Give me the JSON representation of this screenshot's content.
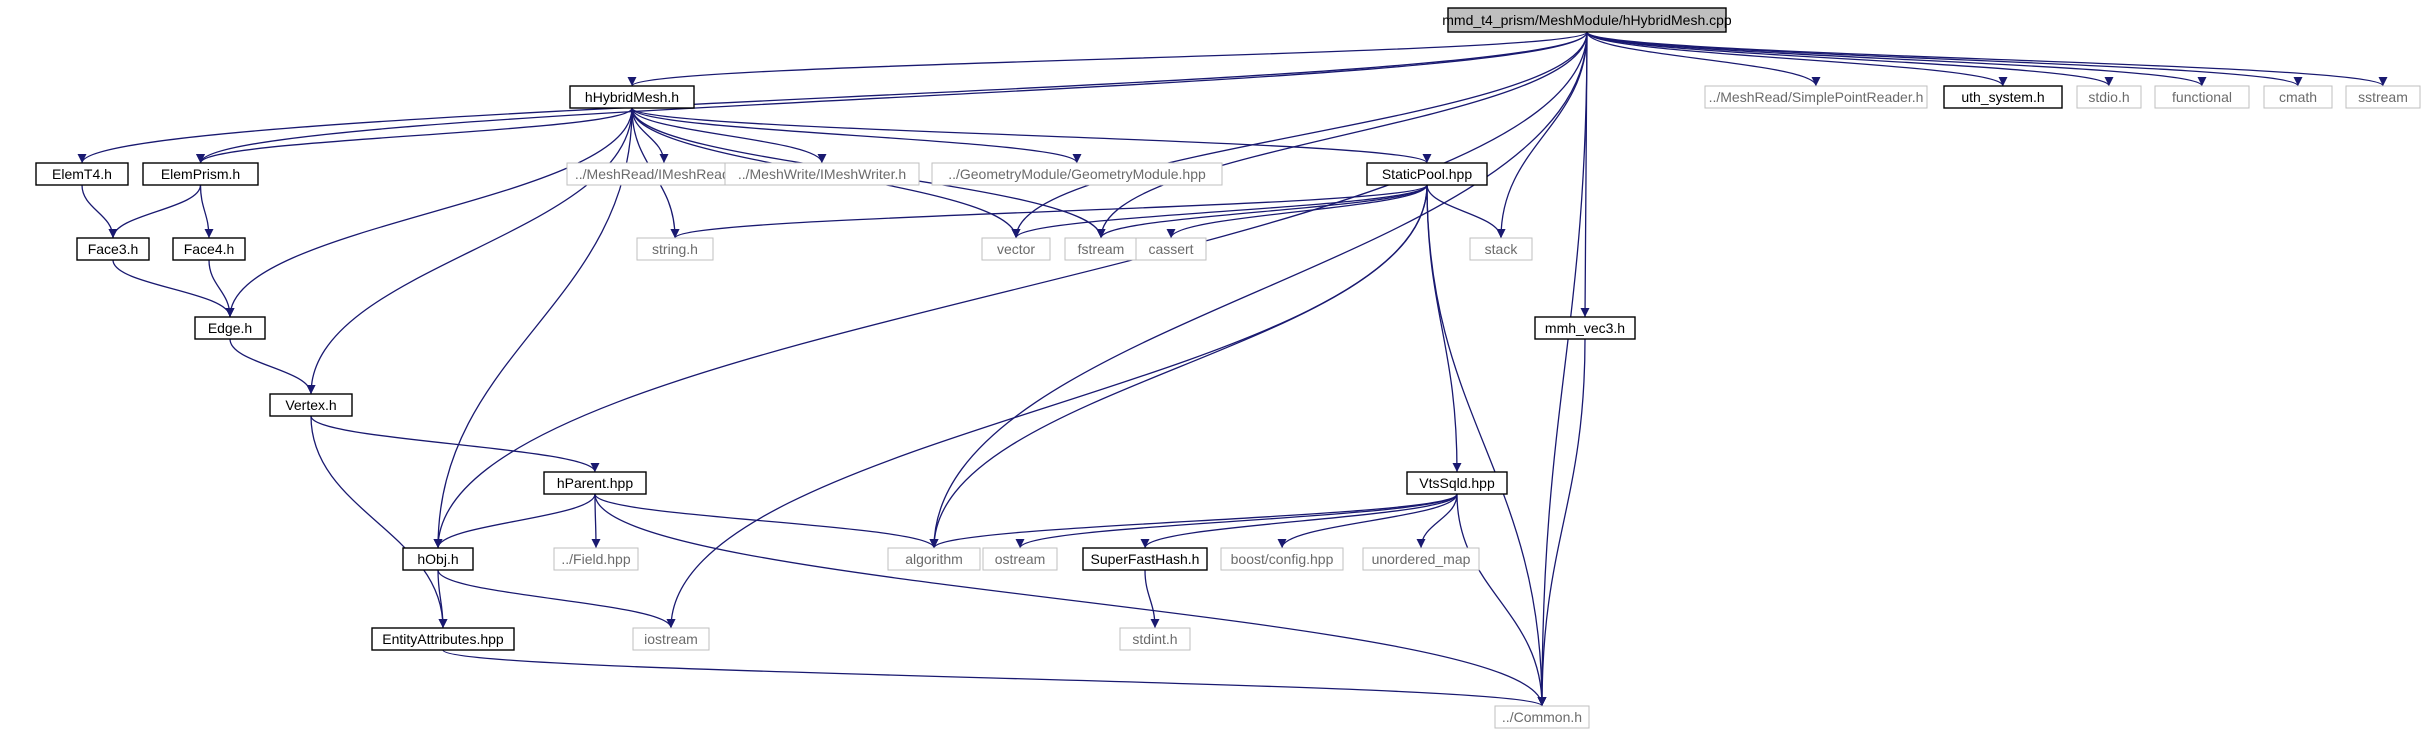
{
  "colors": {
    "edge": "#191970",
    "node_border_solid": "#000000",
    "node_border_missing": "#bfbfbf",
    "root_fill": "#bfbfbf",
    "node_fill": "#ffffff",
    "text_solid": "#000000",
    "text_missing": "#6b6b6b"
  },
  "nodes": [
    {
      "id": "root",
      "label": "mmd_t4_prism/MeshModule/hHybridMesh.cpp",
      "kind": "root"
    },
    {
      "id": "hhybrid",
      "label": "hHybridMesh.h",
      "kind": "file"
    },
    {
      "id": "simplepoint",
      "label": "../MeshRead/SimplePointReader.h",
      "kind": "missing"
    },
    {
      "id": "uth",
      "label": "uth_system.h",
      "kind": "file"
    },
    {
      "id": "stdio",
      "label": "stdio.h",
      "kind": "missing"
    },
    {
      "id": "functional",
      "label": "functional",
      "kind": "missing"
    },
    {
      "id": "cmath",
      "label": "cmath",
      "kind": "missing"
    },
    {
      "id": "sstream",
      "label": "sstream",
      "kind": "missing"
    },
    {
      "id": "elemt4",
      "label": "ElemT4.h",
      "kind": "file"
    },
    {
      "id": "elemprism",
      "label": "ElemPrism.h",
      "kind": "file"
    },
    {
      "id": "imeshreader",
      "label": "../MeshRead/IMeshReader.h",
      "kind": "missing"
    },
    {
      "id": "imeshwriter",
      "label": "../MeshWrite/IMeshWriter.h",
      "kind": "missing"
    },
    {
      "id": "geometry",
      "label": "../GeometryModule/GeometryModule.hpp",
      "kind": "missing"
    },
    {
      "id": "staticpool",
      "label": "StaticPool.hpp",
      "kind": "file"
    },
    {
      "id": "face3",
      "label": "Face3.h",
      "kind": "file"
    },
    {
      "id": "face4",
      "label": "Face4.h",
      "kind": "file"
    },
    {
      "id": "stringh",
      "label": "string.h",
      "kind": "missing"
    },
    {
      "id": "vector",
      "label": "vector",
      "kind": "missing"
    },
    {
      "id": "fstream",
      "label": "fstream",
      "kind": "missing"
    },
    {
      "id": "cassert",
      "label": "cassert",
      "kind": "missing"
    },
    {
      "id": "stack",
      "label": "stack",
      "kind": "missing"
    },
    {
      "id": "edge",
      "label": "Edge.h",
      "kind": "file"
    },
    {
      "id": "mmhvec3",
      "label": "mmh_vec3.h",
      "kind": "file"
    },
    {
      "id": "vertex",
      "label": "Vertex.h",
      "kind": "file"
    },
    {
      "id": "hparent",
      "label": "hParent.hpp",
      "kind": "file"
    },
    {
      "id": "vtssqld",
      "label": "VtsSqld.hpp",
      "kind": "file"
    },
    {
      "id": "hobj",
      "label": "hObj.h",
      "kind": "file"
    },
    {
      "id": "field",
      "label": "../Field.hpp",
      "kind": "missing"
    },
    {
      "id": "algorithm",
      "label": "algorithm",
      "kind": "missing"
    },
    {
      "id": "ostream",
      "label": "ostream",
      "kind": "missing"
    },
    {
      "id": "superfasthash",
      "label": "SuperFastHash.h",
      "kind": "file"
    },
    {
      "id": "boostconfig",
      "label": "boost/config.hpp",
      "kind": "missing"
    },
    {
      "id": "unorderedmap",
      "label": "unordered_map",
      "kind": "missing"
    },
    {
      "id": "entityattr",
      "label": "EntityAttributes.hpp",
      "kind": "file"
    },
    {
      "id": "iostream",
      "label": "iostream",
      "kind": "missing"
    },
    {
      "id": "stdint",
      "label": "stdint.h",
      "kind": "missing"
    },
    {
      "id": "common",
      "label": "../Common.h",
      "kind": "missing"
    }
  ],
  "edges": [
    [
      "root",
      "hhybrid"
    ],
    [
      "root",
      "simplepoint"
    ],
    [
      "root",
      "uth"
    ],
    [
      "root",
      "stdio"
    ],
    [
      "root",
      "functional"
    ],
    [
      "root",
      "cmath"
    ],
    [
      "root",
      "sstream"
    ],
    [
      "root",
      "elemt4"
    ],
    [
      "root",
      "elemprism"
    ],
    [
      "root",
      "hobj"
    ],
    [
      "root",
      "vector"
    ],
    [
      "root",
      "fstream"
    ],
    [
      "root",
      "algorithm"
    ],
    [
      "root",
      "stack"
    ],
    [
      "root",
      "mmhvec3"
    ],
    [
      "root",
      "common"
    ],
    [
      "hhybrid",
      "elemprism"
    ],
    [
      "hhybrid",
      "imeshreader"
    ],
    [
      "hhybrid",
      "imeshwriter"
    ],
    [
      "hhybrid",
      "geometry"
    ],
    [
      "hhybrid",
      "staticpool"
    ],
    [
      "hhybrid",
      "stringh"
    ],
    [
      "hhybrid",
      "vector"
    ],
    [
      "hhybrid",
      "fstream"
    ],
    [
      "hhybrid",
      "edge"
    ],
    [
      "hhybrid",
      "vertex"
    ],
    [
      "hhybrid",
      "hobj"
    ],
    [
      "elemt4",
      "face3"
    ],
    [
      "elemprism",
      "face3"
    ],
    [
      "elemprism",
      "face4"
    ],
    [
      "face3",
      "edge"
    ],
    [
      "face4",
      "edge"
    ],
    [
      "edge",
      "vertex"
    ],
    [
      "vertex",
      "hparent"
    ],
    [
      "vertex",
      "entityattr"
    ],
    [
      "staticpool",
      "stringh"
    ],
    [
      "staticpool",
      "vector"
    ],
    [
      "staticpool",
      "fstream"
    ],
    [
      "staticpool",
      "cassert"
    ],
    [
      "staticpool",
      "stack"
    ],
    [
      "staticpool",
      "iostream"
    ],
    [
      "staticpool",
      "algorithm"
    ],
    [
      "staticpool",
      "vtssqld"
    ],
    [
      "staticpool",
      "common"
    ],
    [
      "hparent",
      "hobj"
    ],
    [
      "hparent",
      "field"
    ],
    [
      "hparent",
      "algorithm"
    ],
    [
      "hparent",
      "common"
    ],
    [
      "hobj",
      "entityattr"
    ],
    [
      "hobj",
      "iostream"
    ],
    [
      "vtssqld",
      "algorithm"
    ],
    [
      "vtssqld",
      "ostream"
    ],
    [
      "vtssqld",
      "superfasthash"
    ],
    [
      "vtssqld",
      "boostconfig"
    ],
    [
      "vtssqld",
      "unorderedmap"
    ],
    [
      "vtssqld",
      "common"
    ],
    [
      "superfasthash",
      "stdint"
    ],
    [
      "entityattr",
      "common"
    ],
    [
      "mmhvec3",
      "common"
    ]
  ]
}
